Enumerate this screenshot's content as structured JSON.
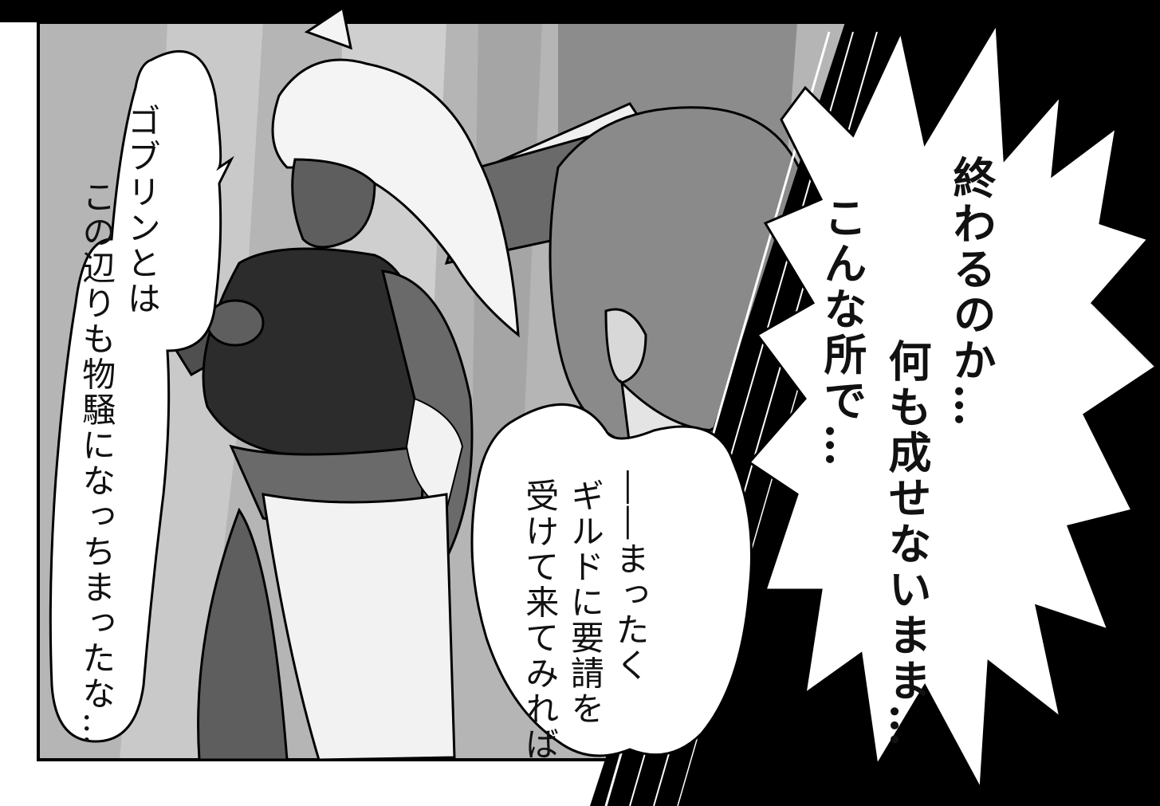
{
  "panel": {
    "description_icons": [
      "speech-bubble",
      "thought-bubble"
    ]
  },
  "dialogue": {
    "goblin": {
      "line1": "ゴブリンとは",
      "line2": "この辺りも物騒になっちまったな…"
    },
    "guild": {
      "line1": "――まったく",
      "line2": "ギルドに要請を",
      "line3": "受けて来てみれば"
    }
  },
  "monologue": {
    "col1": "終わるのか…",
    "col2": "何も成せないまま…",
    "col3": "こんな所で…"
  },
  "colors": {
    "ink": "#111111",
    "paper": "#ffffff",
    "screentone": "#9a9a9a",
    "skin_dark": "#5e5e5e"
  }
}
